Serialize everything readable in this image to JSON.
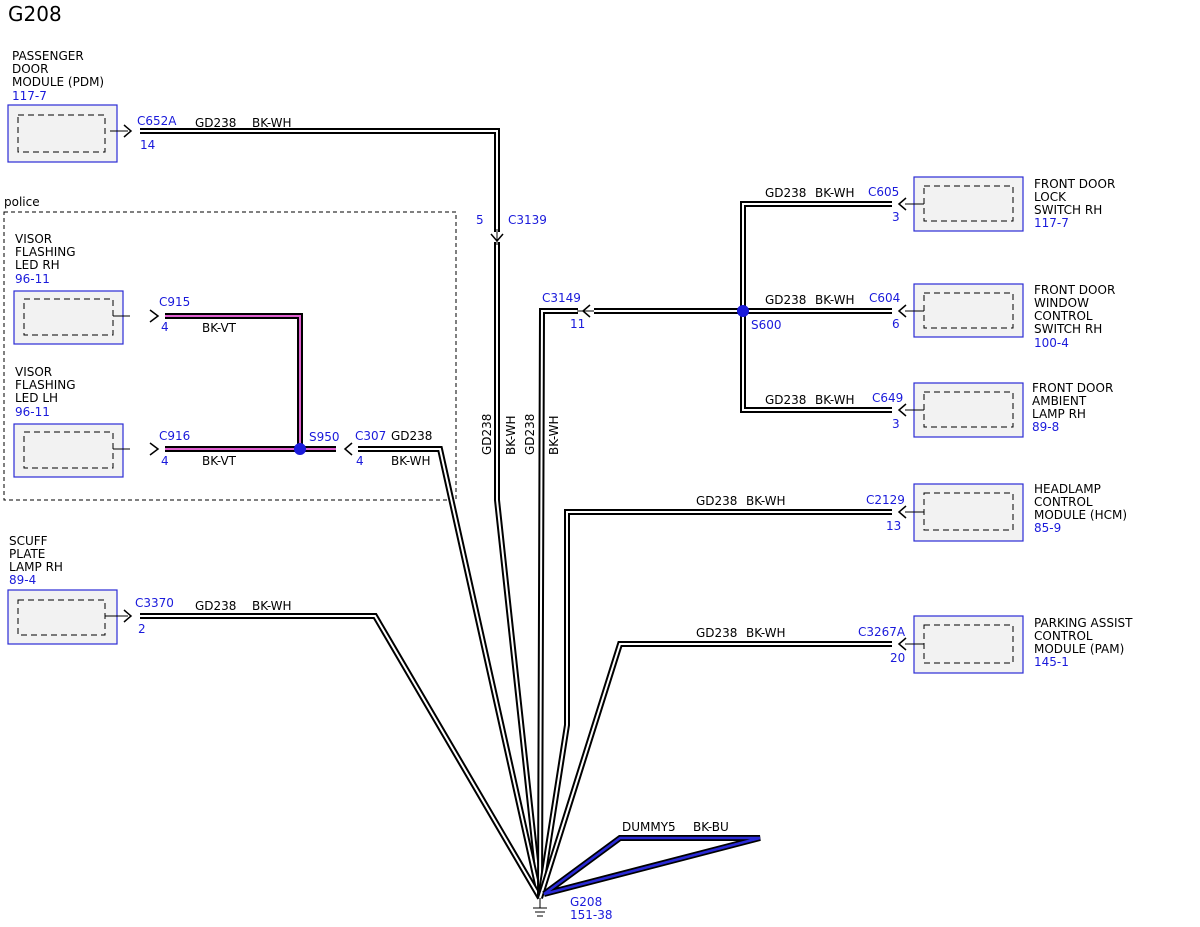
{
  "title": "G208",
  "police_label": "police",
  "modules": {
    "pdm": {
      "lines": [
        "PASSENGER",
        "DOOR",
        "MODULE (PDM)"
      ],
      "ref": "117-7"
    },
    "visor_rh": {
      "lines": [
        "VISOR",
        "FLASHING",
        "LED RH"
      ],
      "ref": "96-11"
    },
    "visor_lh": {
      "lines": [
        "VISOR",
        "FLASHING",
        "LED LH"
      ],
      "ref": "96-11"
    },
    "scuff": {
      "lines": [
        "SCUFF",
        "PLATE",
        "LAMP RH"
      ],
      "ref": "89-4"
    },
    "lock_switch": {
      "lines": [
        "FRONT DOOR",
        "LOCK",
        "SWITCH RH"
      ],
      "ref": "117-7"
    },
    "window_switch": {
      "lines": [
        "FRONT DOOR",
        "WINDOW",
        "CONTROL",
        "SWITCH RH"
      ],
      "ref": "100-4"
    },
    "ambient_lamp": {
      "lines": [
        "FRONT DOOR",
        "AMBIENT",
        "LAMP RH"
      ],
      "ref": "89-8"
    },
    "hcm": {
      "lines": [
        "HEADLAMP",
        "CONTROL",
        "MODULE (HCM)"
      ],
      "ref": "85-9"
    },
    "pam": {
      "lines": [
        "PARKING ASSIST",
        "CONTROL",
        "MODULE (PAM)"
      ],
      "ref": "145-1"
    }
  },
  "connectors": {
    "c652a": {
      "name": "C652A",
      "pin": "14"
    },
    "c3139": {
      "name": "C3139",
      "pin": "5"
    },
    "c915": {
      "name": "C915",
      "pin": "4"
    },
    "c916": {
      "name": "C916",
      "pin": "4"
    },
    "c307": {
      "name": "C307",
      "pin": "4"
    },
    "c3370": {
      "name": "C3370",
      "pin": "2"
    },
    "c3149": {
      "name": "C3149",
      "pin": "11"
    },
    "c605": {
      "name": "C605",
      "pin": "3"
    },
    "c604": {
      "name": "C604",
      "pin": "6"
    },
    "c649": {
      "name": "C649",
      "pin": "3"
    },
    "c2129": {
      "name": "C2129",
      "pin": "13"
    },
    "c3267a": {
      "name": "C3267A",
      "pin": "20"
    }
  },
  "splices": {
    "s950": "S950",
    "s600": "S600"
  },
  "wires": {
    "circuit": "GD238",
    "color": "BK-WH",
    "visor_color": "BK-VT",
    "dummy_circuit": "DUMMY5",
    "dummy_color": "BK-BU"
  },
  "ground": {
    "name": "G208",
    "ref": "151-38"
  },
  "colors": {
    "connector_text": "#1a1adb",
    "module_border": "#2b2bd6",
    "visor_wire": "#e060d0",
    "dummy_wire": "#2a2ad6",
    "splice_dot": "#1a1adb"
  }
}
